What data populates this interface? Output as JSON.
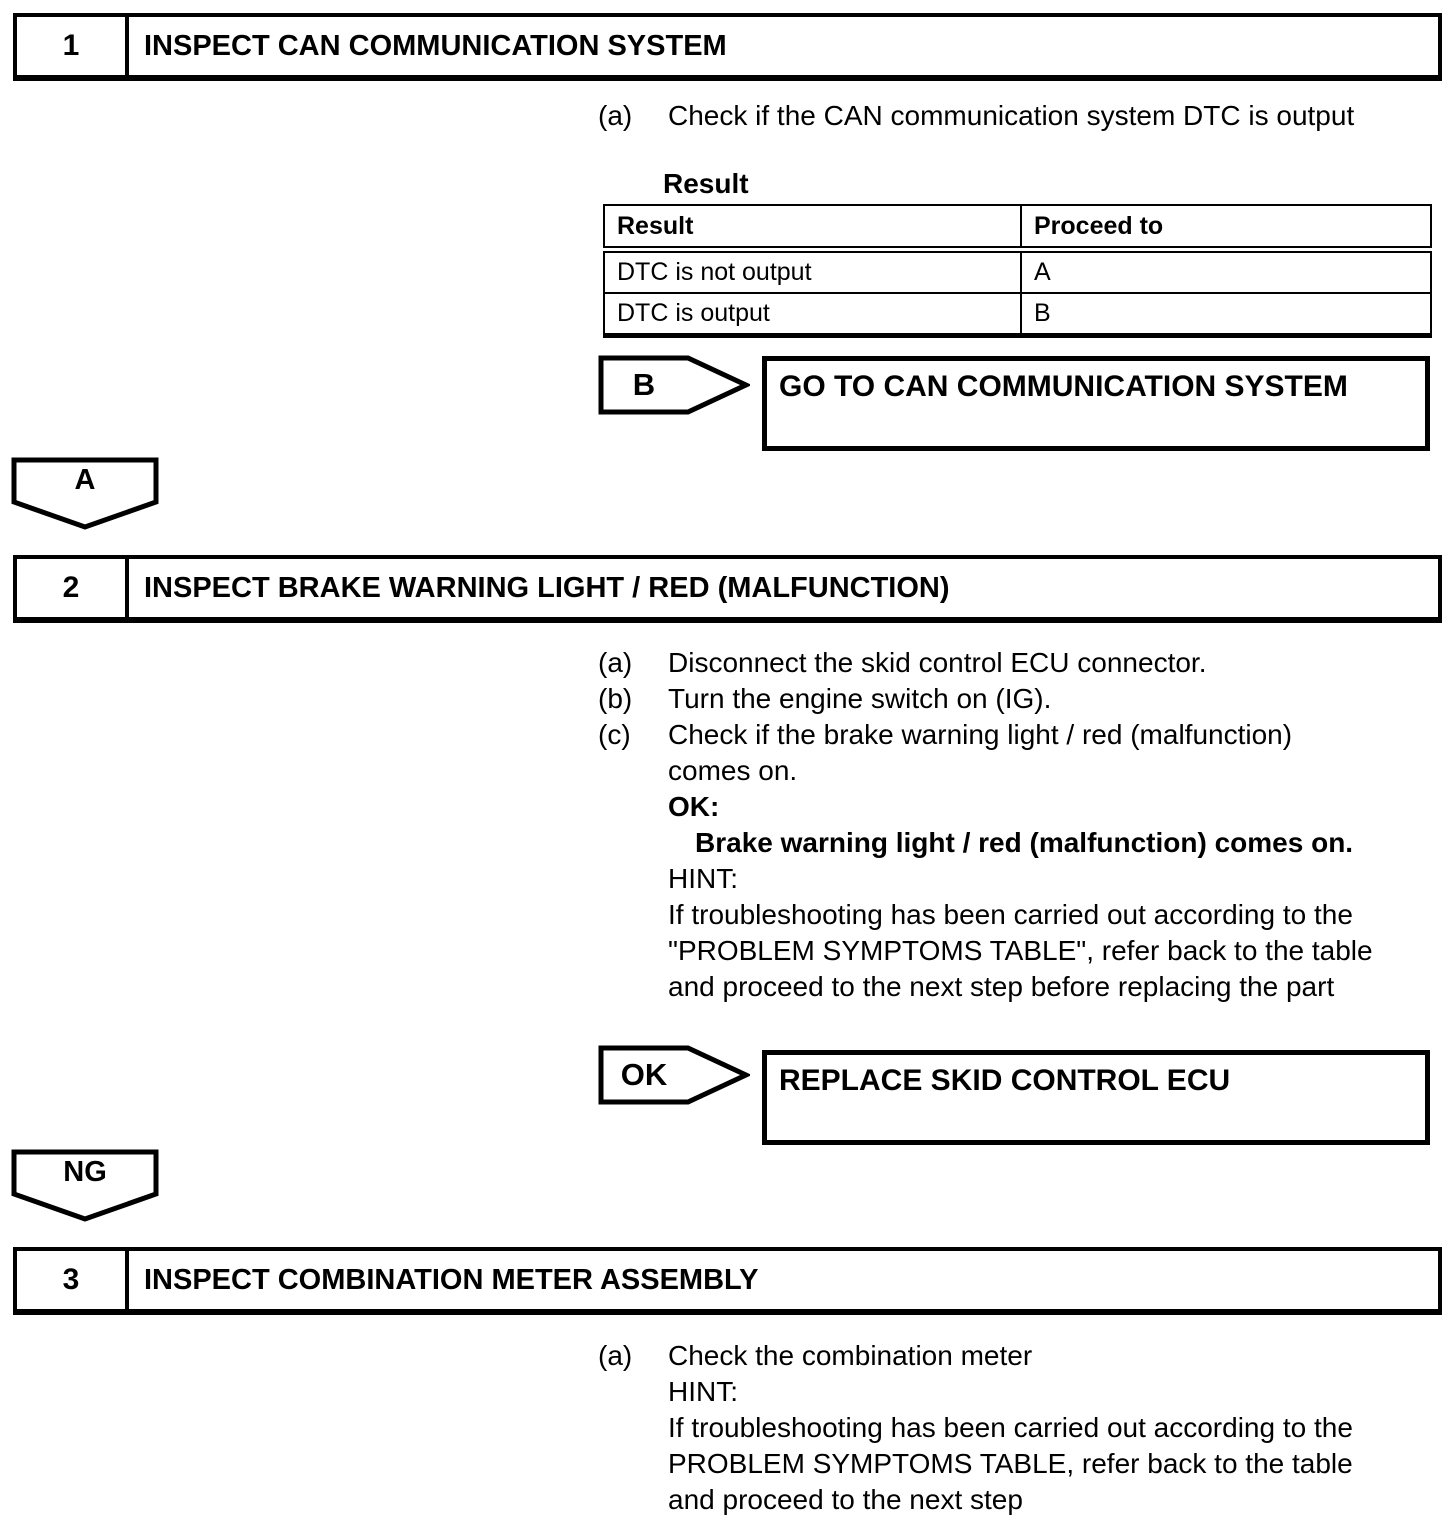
{
  "step1": {
    "number": "1",
    "title": "INSPECT CAN COMMUNICATION SYSTEM",
    "item_a": {
      "marker": "(a)",
      "text": "Check if the CAN communication system DTC is output"
    },
    "result_heading": "Result",
    "table": {
      "col1_header": "Result",
      "col2_header": "Proceed to",
      "rows": [
        {
          "result": "DTC is not output",
          "proceed": "A"
        },
        {
          "result": "DTC is output",
          "proceed": "B"
        }
      ]
    },
    "connector": {
      "label": "B",
      "action": "GO TO CAN COMMUNICATION SYSTEM"
    }
  },
  "junction1": {
    "label": "A"
  },
  "step2": {
    "number": "2",
    "title": "INSPECT BRAKE WARNING LIGHT / RED (MALFUNCTION)",
    "item_a": {
      "marker": "(a)",
      "text": "Disconnect the skid control ECU connector."
    },
    "item_b": {
      "marker": "(b)",
      "text": "Turn the engine switch on (IG)."
    },
    "item_c": {
      "marker": "(c)",
      "line1": "Check if the brake warning light / red (malfunction)",
      "line2": "comes on."
    },
    "ok_label": "OK:",
    "ok_condition": "Brake warning light / red (malfunction) comes on.",
    "hint_label": "HINT:",
    "hint_line1": "If troubleshooting has been carried out according to the",
    "hint_line2": "\"PROBLEM SYMPTOMS TABLE\", refer back to the table",
    "hint_line3": "and proceed to the next step before replacing the part",
    "connector": {
      "label": "OK",
      "action": "REPLACE SKID CONTROL ECU"
    }
  },
  "junction2": {
    "label": "NG"
  },
  "step3": {
    "number": "3",
    "title": "INSPECT COMBINATION METER ASSEMBLY",
    "item_a": {
      "marker": "(a)",
      "text": "Check the combination meter"
    },
    "hint_label": "HINT:",
    "hint_line1": "If troubleshooting has been carried out according to the",
    "hint_line2": "PROBLEM SYMPTOMS TABLE, refer back to the table",
    "hint_line3": "and proceed to the next step"
  }
}
